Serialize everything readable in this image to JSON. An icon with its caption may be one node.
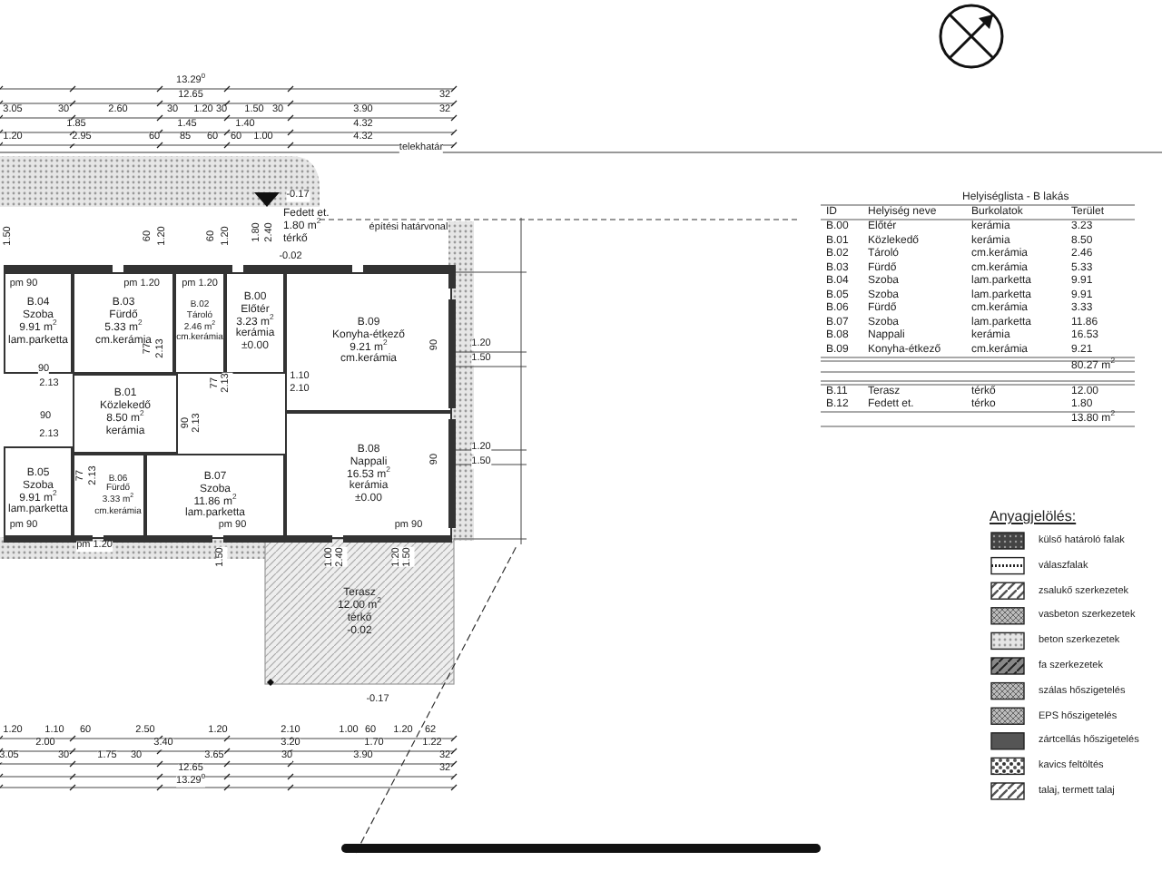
{
  "diagram": {
    "nodes": [
      {
        "text": [
          "Fedett et.",
          "1.80 m$^{2}$",
          "térkő"
        ]
      },
      {
        "text": [
          "B.04",
          "Szoba",
          "9.91 m$^{2}$",
          "lam.parketta"
        ]
      },
      {
        "text": [
          "B.03",
          "Fürdő",
          "5.33 m$^{2}$",
          "cm.kerámia"
        ]
      },
      {
        "text": [
          "B.02",
          "Tároló",
          "2.46 m$^{2}$",
          "cm.kerámia"
        ]
      },
      {
        "text": [
          "B.00",
          "Előtér",
          "3.23 m$^{2}$",
          "kerámia",
          "±0.00"
        ]
      },
      {
        "text": [
          "B.09",
          "Konyha-étkező",
          "9.21 m$^{2}$",
          "cm.kerámia"
        ]
      },
      {
        "text": [
          "B.01",
          "Közlekedő",
          "8.50 m$^{2}$",
          "kerámia"
        ]
      },
      {
        "text": [
          "B.05",
          "Szoba",
          "9.91 m$^{2}$",
          "lam.parketta"
        ]
      },
      {
        "text": [
          "B.06",
          "Fürdő",
          "3.33 m$^{2}$",
          "cm.kerámia"
        ]
      },
      {
        "text": [
          "B.07",
          "Szoba",
          "11.86 m$^{2}$",
          "lam.parketta"
        ]
      },
      {
        "text": [
          "B.08",
          "Nappali",
          "16.53 m$^{2}$",
          "kerámia",
          "±0.00"
        ]
      },
      {
        "text": [
          "Terasz",
          "12.00 m$^{2}$",
          "térkő",
          "-0.02"
        ]
      }
    ],
    "edges": [],
    "labels": [
      "13.29$^{0}$",
      "12.65",
      "32",
      "3.05",
      "30",
      "2.60",
      "30",
      "1.20",
      "30",
      "1.50",
      "30",
      "3.90",
      "32",
      "1.85",
      "1.45",
      "1.40",
      "4.32",
      "1.20",
      "2.95",
      "60",
      "85",
      "60",
      "60",
      "1.00",
      "4.32",
      "telekhatár",
      "-0.17",
      "építési határvonal",
      "1.50",
      "60",
      "1.20",
      "60",
      "1.20",
      "1.80",
      "2.40",
      "-0.02",
      "pm 90",
      "pm 1.20",
      "pm 1.20",
      "77",
      "2.13",
      "90",
      "1.20",
      "1.50",
      "90",
      "77",
      "2.13",
      "1.10",
      "2.13",
      "2.10",
      "90",
      "90",
      "2.13",
      "2.13",
      "90",
      "1.20",
      "1.50",
      "77",
      "2.13",
      "pm 90",
      "pm 90",
      "pm 90",
      "pm 1.20",
      "1.50",
      "1.00",
      "2.40",
      "1.20",
      "1.50",
      "-0.17",
      "1.20",
      "1.10",
      "60",
      "2.50",
      "1.20",
      "2.10",
      "1.00",
      "60",
      "1.20",
      "62",
      "2.00",
      "3.40",
      "3.20",
      "1.70",
      "1.22",
      "3.05",
      "30",
      "1.75",
      "30",
      "3.65",
      "30",
      "3.90",
      "32",
      "12.65",
      "32",
      "13.29$^{0}$",
      "Helyiséglista - B lakás",
      "ID",
      "Helyiség neve",
      "Burkolatok",
      "Terület",
      "B.00",
      "Előtér",
      "kerámia",
      "3.23",
      "B.01",
      "Közlekedő",
      "kerámia",
      "8.50",
      "B.02",
      "Tároló",
      "cm.kerámia",
      "2.46",
      "B.03",
      "Fürdő",
      "cm.kerámia",
      "5.33",
      "B.04",
      "Szoba",
      "lam.parketta",
      "9.91",
      "B.05",
      "Szoba",
      "lam.parketta",
      "9.91",
      "B.06",
      "Fürdő",
      "cm.kerámia",
      "3.33",
      "B.07",
      "Szoba",
      "lam.parketta",
      "11.86",
      "B.08",
      "Nappali",
      "kerámia",
      "16.53",
      "B.09",
      "Konyha-étkező",
      "cm.kerámia",
      "9.21",
      "80.27 m$^{2}$",
      "B.11",
      "Terasz",
      "térkő",
      "12.00",
      "B.12",
      "Fedett et.",
      "térko",
      "1.80",
      "13.80 m$^{2}$",
      "Anyagjelölés:"
    ],
    "legend": [
      {
        "text": "külső határoló falak"
      },
      {
        "text": "válaszfalak"
      },
      {
        "text": "zsalukő szerkezetek"
      },
      {
        "text": "vasbeton szerkezetek"
      },
      {
        "text": "beton szerkezetek"
      },
      {
        "text": "fa szerkezetek"
      },
      {
        "text": "szálas hőszigetelés"
      },
      {
        "text": "EPS hőszigetelés"
      },
      {
        "text": "zártcellás hőszigetelés"
      },
      {
        "text": "kavics feltöltés"
      },
      {
        "text": "talaj, termett talaj"
      }
    ]
  }
}
